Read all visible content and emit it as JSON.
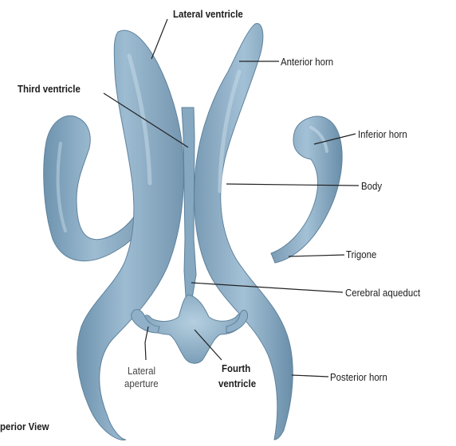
{
  "labels": {
    "lateral_ventricle": "Lateral ventricle",
    "third_ventricle": "Third ventricle",
    "anterior_horn": "Anterior horn",
    "inferior_horn": "Inferior horn",
    "body": "Body",
    "trigone": "Trigone",
    "cerebral_aqueduct": "Cerebral aqueduct",
    "posterior_horn": "Posterior horn",
    "lateral_aperture_line1": "Lateral",
    "lateral_aperture_line2": "aperture",
    "fourth_ventricle_line1": "Fourth",
    "fourth_ventricle_line2": "ventricle",
    "view": "perior View"
  },
  "colors": {
    "ventricle_fill": "#8fb0c8",
    "ventricle_shadow": "#5f829c",
    "ventricle_highlight": "#c4d8e6",
    "leader_line": "#222222"
  }
}
